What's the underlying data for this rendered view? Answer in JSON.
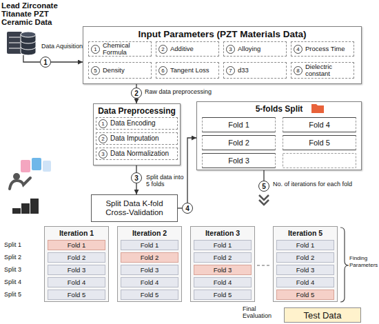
{
  "diagram": {
    "nodes": [
      {
        "text": [
          "Lead Zirconate Titanate PZT Ceramic Data"
        ]
      },
      {
        "text": [
          "1"
        ]
      },
      {
        "text": [
          "Input Parameters (PZT Materials Data)"
        ]
      },
      {
        "text": [
          "1",
          "Chemical Formula"
        ],
        "in": 2
      },
      {
        "text": [
          "2",
          "Additive"
        ],
        "in": 2
      },
      {
        "text": [
          "3",
          "Alloying"
        ],
        "in": 2
      },
      {
        "text": [
          "4",
          "Process Time"
        ],
        "in": 2
      },
      {
        "text": [
          "5",
          "Density"
        ],
        "in": 2
      },
      {
        "text": [
          "6",
          "Tangent Loss"
        ],
        "in": 2
      },
      {
        "text": [
          "7",
          "d33"
        ],
        "in": 2
      },
      {
        "text": [
          "8",
          "Dielectric constant"
        ],
        "in": 2
      },
      {
        "text": [
          "2"
        ]
      },
      {
        "text": [
          "Data Preprocessing"
        ]
      },
      {
        "text": [
          "1",
          "Data Encoding"
        ],
        "in": 12
      },
      {
        "text": [
          "2",
          "Data Imputation"
        ],
        "in": 12
      },
      {
        "text": [
          "3",
          "Data Normalization"
        ],
        "in": 12
      },
      {
        "text": [
          "3"
        ]
      },
      {
        "text": [
          "Split Data K-fold Cross-Validation"
        ]
      },
      {
        "text": [
          "4"
        ]
      },
      {
        "text": [
          "5-folds Split"
        ]
      },
      {
        "text": [
          "Fold 1"
        ],
        "in": 19
      },
      {
        "text": [
          "Fold 4"
        ],
        "in": 19
      },
      {
        "text": [
          "Fold 2"
        ],
        "in": 19
      },
      {
        "text": [
          "Fold 5"
        ],
        "in": 19
      },
      {
        "text": [
          "Fold 3"
        ],
        "in": 19
      },
      {
        "text": [
          "5"
        ]
      },
      {
        "text": [
          "Iteration 1"
        ]
      },
      {
        "text": [
          "Fold 1"
        ],
        "in": 26
      },
      {
        "text": [
          "Fold 2"
        ],
        "in": 26
      },
      {
        "text": [
          "Fold 3"
        ],
        "in": 26
      },
      {
        "text": [
          "Fold 4"
        ],
        "in": 26
      },
      {
        "text": [
          "Fold 5"
        ],
        "in": 26
      },
      {
        "text": [
          "Iteration 2"
        ]
      },
      {
        "text": [
          "Fold 1"
        ],
        "in": 32
      },
      {
        "text": [
          "Fold 2"
        ],
        "in": 32
      },
      {
        "text": [
          "Fold 3"
        ],
        "in": 32
      },
      {
        "text": [
          "Fold 4"
        ],
        "in": 32
      },
      {
        "text": [
          "Fold 5"
        ],
        "in": 32
      },
      {
        "text": [
          "Iteration 3"
        ]
      },
      {
        "text": [
          "Fold 1"
        ],
        "in": 38
      },
      {
        "text": [
          "Fold 2"
        ],
        "in": 38
      },
      {
        "text": [
          "Fold 3"
        ],
        "in": 38
      },
      {
        "text": [
          "Fold 4"
        ],
        "in": 38
      },
      {
        "text": [
          "Fold 5"
        ],
        "in": 38
      },
      {
        "text": [
          "Iteration 5"
        ]
      },
      {
        "text": [
          "Fold 1"
        ],
        "in": 44
      },
      {
        "text": [
          "Fold 2"
        ],
        "in": 44
      },
      {
        "text": [
          "Fold 3"
        ],
        "in": 44
      },
      {
        "text": [
          "Fold 4"
        ],
        "in": 44
      },
      {
        "text": [
          "Fold 5"
        ],
        "in": 44
      },
      {
        "text": [
          "Test Data"
        ]
      }
    ],
    "edges": [
      {
        "from": 0,
        "to": 1,
        "arrow": "none",
        "label": "Data Aquisition"
      },
      {
        "from": 1,
        "to": 2,
        "arrow": "to"
      },
      {
        "from": 2,
        "to": 11,
        "arrow": "none"
      },
      {
        "from": 11,
        "to": 12,
        "arrow": "to",
        "label": "Raw data preprocessing"
      },
      {
        "from": 12,
        "to": 16,
        "arrow": "none"
      },
      {
        "from": 16,
        "to": 17,
        "arrow": "to"
      },
      {
        "from": 17,
        "to": 18,
        "arrow": "none"
      },
      {
        "from": 18,
        "to": 19,
        "arrow": "to",
        "label": "Split data into 5 folds"
      },
      {
        "from": 19,
        "to": 25,
        "arrow": "none",
        "label": "No. of iterations for each fold"
      }
    ],
    "labels": [
      "Split 1",
      "Split 2",
      "Split 3",
      "Split 4",
      "Split 5",
      "Finding Parameters",
      "Final Evaluation"
    ]
  }
}
